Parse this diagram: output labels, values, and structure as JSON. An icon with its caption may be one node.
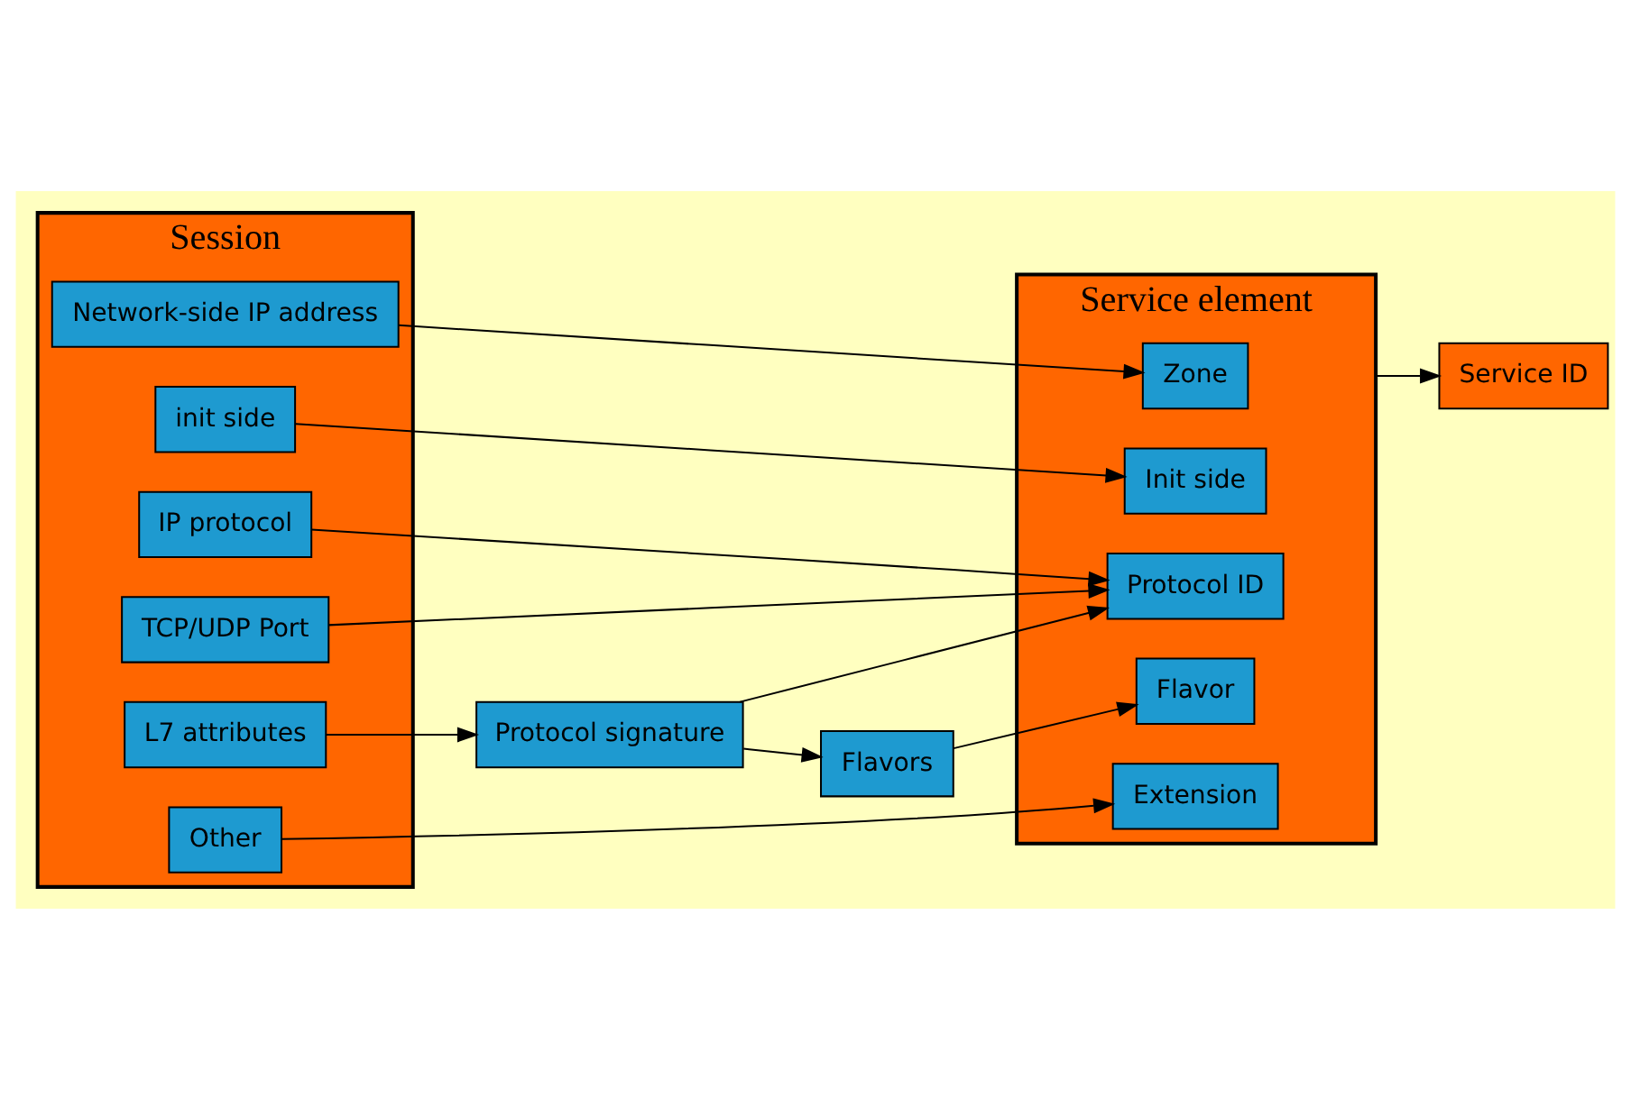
{
  "diagram": {
    "nodes": [
      {
        "text": [
          "Session"
        ]
      },
      {
        "text": [
          "Network-side IP address"
        ],
        "in": 0
      },
      {
        "text": [
          "init side"
        ],
        "in": 0
      },
      {
        "text": [
          "IP protocol"
        ],
        "in": 0
      },
      {
        "text": [
          "TCP/UDP Port"
        ],
        "in": 0
      },
      {
        "text": [
          "L7 attributes"
        ],
        "in": 0
      },
      {
        "text": [
          "Other"
        ],
        "in": 0
      },
      {
        "text": [
          "Protocol signature"
        ]
      },
      {
        "text": [
          "Flavors"
        ]
      },
      {
        "text": [
          "Service element"
        ]
      },
      {
        "text": [
          "Zone"
        ],
        "in": 9
      },
      {
        "text": [
          "Init side"
        ],
        "in": 9
      },
      {
        "text": [
          "Protocol ID"
        ],
        "in": 9
      },
      {
        "text": [
          "Flavor"
        ],
        "in": 9
      },
      {
        "text": [
          "Extension"
        ],
        "in": 9
      },
      {
        "text": [
          "Service ID"
        ]
      }
    ],
    "edges": [
      {
        "from": 1,
        "to": 10,
        "arrow": "to"
      },
      {
        "from": 2,
        "to": 11,
        "arrow": "to"
      },
      {
        "from": 3,
        "to": 12,
        "arrow": "to"
      },
      {
        "from": 4,
        "to": 12,
        "arrow": "to"
      },
      {
        "from": 5,
        "to": 7,
        "arrow": "to"
      },
      {
        "from": 7,
        "to": 12,
        "arrow": "to"
      },
      {
        "from": 7,
        "to": 8,
        "arrow": "to"
      },
      {
        "from": 8,
        "to": 13,
        "arrow": "to"
      },
      {
        "from": 6,
        "to": 14,
        "arrow": "to"
      },
      {
        "from": 9,
        "to": 15,
        "arrow": "to"
      }
    ]
  }
}
